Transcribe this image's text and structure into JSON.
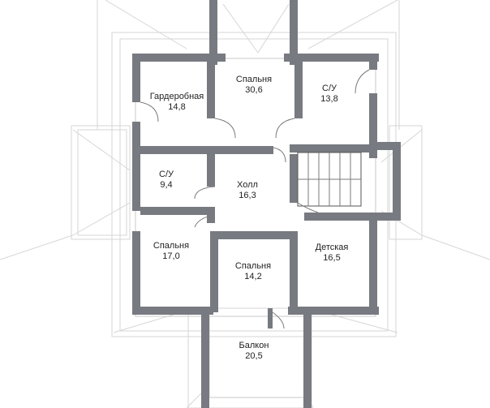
{
  "rooms": [
    {
      "id": "wardrobe",
      "name": "Гардеробная",
      "area": "14,8"
    },
    {
      "id": "bedroom-top",
      "name": "Спальня",
      "area": "30,6"
    },
    {
      "id": "bath-top",
      "name": "С/У",
      "area": "13,8"
    },
    {
      "id": "bath-left",
      "name": "С/У",
      "area": "9,4"
    },
    {
      "id": "hall",
      "name": "Холл",
      "area": "16,3"
    },
    {
      "id": "bedroom-left",
      "name": "Спальня",
      "area": "17,0"
    },
    {
      "id": "bedroom-center",
      "name": "Спальня",
      "area": "14,2"
    },
    {
      "id": "kids",
      "name": "Детская",
      "area": "16,5"
    },
    {
      "id": "balcony",
      "name": "Балкон",
      "area": "20,5"
    }
  ]
}
